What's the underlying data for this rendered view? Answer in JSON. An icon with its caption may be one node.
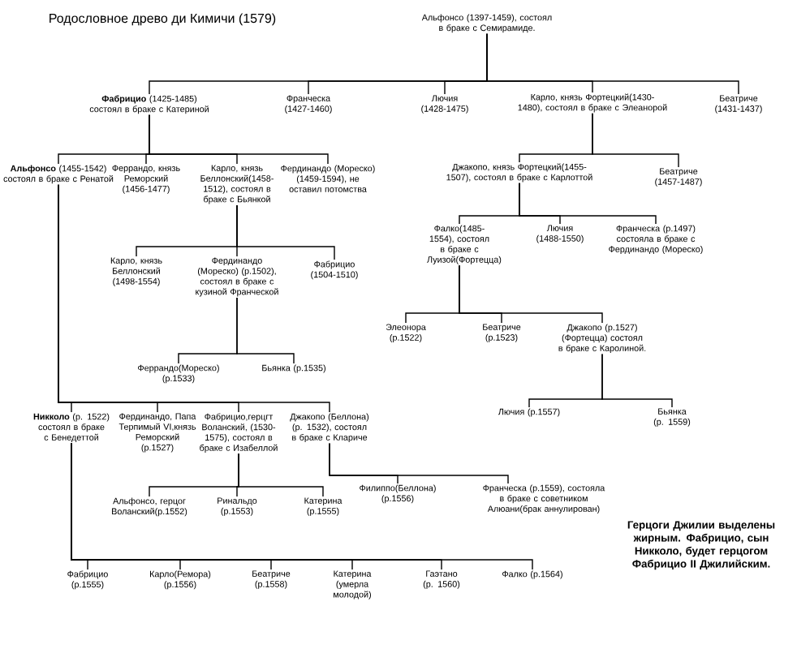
{
  "diagram": {
    "title": "Родословное древо ди Кимичи (1579)",
    "nodes": [
      {
        "text": [
          "Альфонсо (1397-1459), состоял в браке с Семирамиде."
        ]
      },
      {
        "text": [
          "**Фабрицио** (1425-1485) состоял в браке с Катериной"
        ]
      },
      {
        "text": [
          "Франческа (1427-1460)"
        ]
      },
      {
        "text": [
          "Лючия (1428-1475)"
        ]
      },
      {
        "text": [
          "Карло, князь Фортецкий(1430-1480), состоял в браке с Элеанорой"
        ]
      },
      {
        "text": [
          "Беатриче (1431-1437)"
        ]
      },
      {
        "text": [
          "**Альфонсо** (1455-1542) состоял в браке с Ренатой"
        ]
      },
      {
        "text": [
          "Феррандо, князь Реморский (1456-1477)"
        ]
      },
      {
        "text": [
          "Карло, князь Беллонский(1458-1512), состоял в браке с Бьянкой"
        ]
      },
      {
        "text": [
          "Фердинандо (Мореско) (1459-1594), не оставил потомства"
        ]
      },
      {
        "text": [
          "Джакопо, князь Фортецкий(1455-1507), состоял в браке с Карлоттой"
        ]
      },
      {
        "text": [
          "Беатриче (1457-1487)"
        ]
      },
      {
        "text": [
          "Карло, князь Беллонский (1498-1554)"
        ]
      },
      {
        "text": [
          "Фердинандо (Мореско) (р.1502), состоял в браке с кузиной Франческой"
        ]
      },
      {
        "text": [
          "Фабрицио (1504-1510)"
        ]
      },
      {
        "text": [
          "Феррандо(Мореско) (р.1533)"
        ]
      },
      {
        "text": [
          "Бьянка (р.1535)"
        ]
      },
      {
        "text": [
          "Фалко(1485-1554), состоял в браке с Луизой(Фортецца)"
        ]
      },
      {
        "text": [
          "Лючия (1488-1550)"
        ]
      },
      {
        "text": [
          "Франческа (р.1497) состояла в браке с Фердинандо (Мореско)"
        ]
      },
      {
        "text": [
          "Элеонора (р.1522)"
        ]
      },
      {
        "text": [
          "Беатриче (р.1523)"
        ]
      },
      {
        "text": [
          "Джакопо (р.1527) (Фортецца) состоял в браке с Каролиной."
        ]
      },
      {
        "text": [
          "Лючия (р.1557)"
        ]
      },
      {
        "text": [
          "Бьянка (р. 1559)"
        ]
      },
      {
        "text": [
          "**Никколо** (р. 1522) состоял в браке с Бенедеттой"
        ]
      },
      {
        "text": [
          "Фердинандо, Папа Терпимый VI,князь Реморский (р.1527)"
        ]
      },
      {
        "text": [
          "Фабрицио,герцгт Воланский, (1530-1575), состоял в браке с Изабеллой"
        ]
      },
      {
        "text": [
          "Джакопо (Беллона) (р. 1532), состоял в браке с Клариче"
        ]
      },
      {
        "text": [
          "Альфонсо, герцог Воланский(р.1552)"
        ]
      },
      {
        "text": [
          "Ринальдо (р.1553)"
        ]
      },
      {
        "text": [
          "Катерина (р.1555)"
        ]
      },
      {
        "text": [
          "Филиппо(Беллона) (р.1556)"
        ]
      },
      {
        "text": [
          "Франческа (р.1559), состояла в браке с советником Алюани(брак аннулирован)"
        ]
      },
      {
        "text": [
          "Фабрицио (р.1555)"
        ]
      },
      {
        "text": [
          "Карло(Ремора) (р.1556)"
        ]
      },
      {
        "text": [
          "Беатриче (р.1558)"
        ]
      },
      {
        "text": [
          "Катерина (умерла молодой)"
        ]
      },
      {
        "text": [
          "Гаэтано (р. 1560)"
        ]
      },
      {
        "text": [
          "Фалко (р.1564)"
        ]
      }
    ],
    "edges": [
      {
        "from": 0,
        "to": 1,
        "arrow": "none"
      },
      {
        "from": 0,
        "to": 2,
        "arrow": "none"
      },
      {
        "from": 0,
        "to": 3,
        "arrow": "none"
      },
      {
        "from": 0,
        "to": 4,
        "arrow": "none"
      },
      {
        "from": 0,
        "to": 5,
        "arrow": "none"
      },
      {
        "from": 1,
        "to": 6,
        "arrow": "none"
      },
      {
        "from": 1,
        "to": 7,
        "arrow": "none"
      },
      {
        "from": 1,
        "to": 8,
        "arrow": "none"
      },
      {
        "from": 1,
        "to": 9,
        "arrow": "none"
      },
      {
        "from": 4,
        "to": 10,
        "arrow": "none"
      },
      {
        "from": 4,
        "to": 11,
        "arrow": "none"
      },
      {
        "from": 8,
        "to": 12,
        "arrow": "none"
      },
      {
        "from": 8,
        "to": 13,
        "arrow": "none"
      },
      {
        "from": 8,
        "to": 14,
        "arrow": "none"
      },
      {
        "from": 13,
        "to": 15,
        "arrow": "none"
      },
      {
        "from": 13,
        "to": 16,
        "arrow": "none"
      },
      {
        "from": 10,
        "to": 17,
        "arrow": "none"
      },
      {
        "from": 10,
        "to": 18,
        "arrow": "none"
      },
      {
        "from": 10,
        "to": 19,
        "arrow": "none"
      },
      {
        "from": 17,
        "to": 20,
        "arrow": "none"
      },
      {
        "from": 17,
        "to": 21,
        "arrow": "none"
      },
      {
        "from": 17,
        "to": 22,
        "arrow": "none"
      },
      {
        "from": 22,
        "to": 23,
        "arrow": "none"
      },
      {
        "from": 22,
        "to": 24,
        "arrow": "none"
      },
      {
        "from": 6,
        "to": 25,
        "arrow": "none"
      },
      {
        "from": 6,
        "to": 26,
        "arrow": "none"
      },
      {
        "from": 6,
        "to": 27,
        "arrow": "none"
      },
      {
        "from": 6,
        "to": 28,
        "arrow": "none"
      },
      {
        "from": 27,
        "to": 29,
        "arrow": "none"
      },
      {
        "from": 27,
        "to": 30,
        "arrow": "none"
      },
      {
        "from": 27,
        "to": 31,
        "arrow": "none"
      },
      {
        "from": 28,
        "to": 32,
        "arrow": "none"
      },
      {
        "from": 28,
        "to": 33,
        "arrow": "none"
      },
      {
        "from": 25,
        "to": 34,
        "arrow": "none"
      },
      {
        "from": 25,
        "to": 35,
        "arrow": "none"
      },
      {
        "from": 25,
        "to": 36,
        "arrow": "none"
      },
      {
        "from": 25,
        "to": 37,
        "arrow": "none"
      },
      {
        "from": 25,
        "to": 38,
        "arrow": "none"
      },
      {
        "from": 25,
        "to": 39,
        "arrow": "none"
      }
    ],
    "labels": [
      "Герцоги Джилии выделены жирным. Фабрицио, сын Никколо, будет герцогом Фабрицио II Джилийским."
    ]
  }
}
